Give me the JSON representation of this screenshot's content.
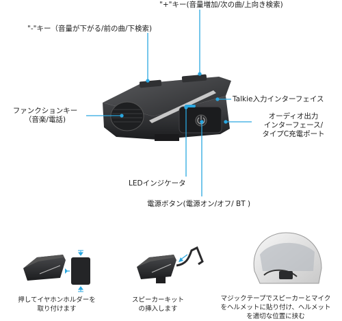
{
  "callouts": {
    "plus_key": "\"+\"キー(音量増加/次の曲/上向き検索)",
    "minus_key": "\"-\"キー（音量が下がる/前の曲/下検索)",
    "function_key_line1": "ファンクションキー",
    "function_key_line2": "（音楽/電話)",
    "talkie_port": "Talkie入力インターフェイス",
    "audio_port_line1": "オーディオ出力",
    "audio_port_line2": "インターフェース/",
    "audio_port_line3": "タイプC充電ポート",
    "led_indicator": "LEDインジケータ",
    "power_button": "電源ボタン(電源オン/オフ/ BT )"
  },
  "steps": [
    {
      "line1": "押してイヤホンホルダーを",
      "line2": "取り付けます"
    },
    {
      "line1": "スピーカーキット",
      "line2": "の挿入します"
    },
    {
      "line1": "マジックテープでスピーカーとマイク",
      "line2": "をヘルメットに貼り付け、ヘルメット",
      "line3": "を適切な位置に挟む"
    }
  ],
  "colors": {
    "accent": "#2aa7e0",
    "device": "#2b2c2e"
  }
}
